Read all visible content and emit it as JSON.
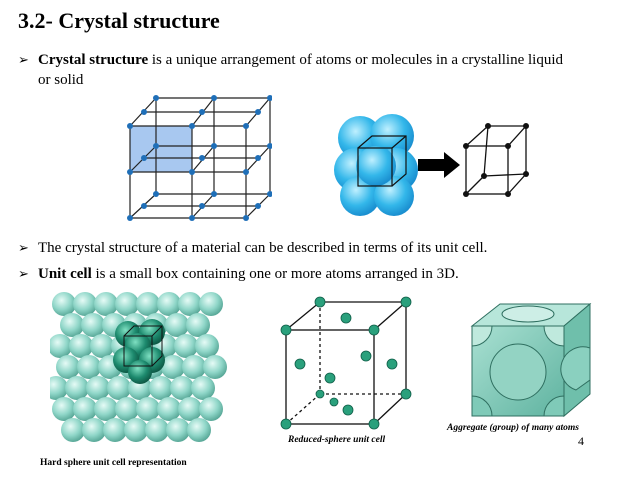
{
  "slide": {
    "title": "3.2-  Crystal structure",
    "bullet_mark": "➢",
    "bullet1_bold": "Crystal structure",
    "bullet1_rest": " is a unique arrangement of atoms or molecules in a crystalline liquid",
    "bullet1_cont": "or solid",
    "bullet2_text": "The crystal structure of a material can be described in terms of its unit cell.",
    "bullet3_bold": "Unit cell",
    "bullet3_rest": " is a small box containing one or more atoms arranged in 3D.",
    "caption_hard_sphere": "Hard sphere unit cell representation",
    "caption_reduced_sphere": "Reduced-sphere unit cell",
    "caption_aggregate": "Aggregate (group) of many atoms",
    "page_number": "4"
  },
  "colors": {
    "lattice_dot": "#1f6fb8",
    "highlight_face": "#a8c8f0",
    "sphere_blue": "#33b7ea",
    "sphere_teal": "#8fd6c8",
    "sphere_dark_teal": "#1d8a6e",
    "cell_teal": "#7fcab8"
  }
}
